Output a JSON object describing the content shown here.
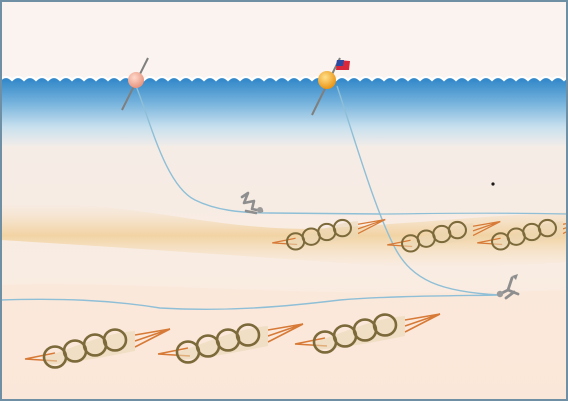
{
  "diagram": {
    "subject": "fyke-net-fishing-illustration",
    "colors": {
      "border": "#6f8fa5",
      "sky": "#faf2ef",
      "sea_top": "#2f86c8",
      "sea_mid": "#9cc8e4",
      "seabed_light": "#f8eee6",
      "seabed_band": "#f2d3a2",
      "rope": "#8ebfd7",
      "net_ring": "#7c6a3b",
      "net_leader": "#d77a37",
      "buoy_left": "#f0a28e",
      "buoy_right": "#f3a519",
      "flag_red": "#d8263a",
      "flag_blue": "#2d4aa0",
      "anchor": "#9a9a9a"
    },
    "buoys": [
      {
        "name": "plain-buoy",
        "has_flag": false
      },
      {
        "name": "flag-buoy",
        "has_flag": true
      }
    ],
    "anchors": [
      {
        "name": "anchor-upper"
      },
      {
        "name": "anchor-lower"
      }
    ],
    "upper_net_row_count": 3,
    "lower_net_row_count": 3
  }
}
